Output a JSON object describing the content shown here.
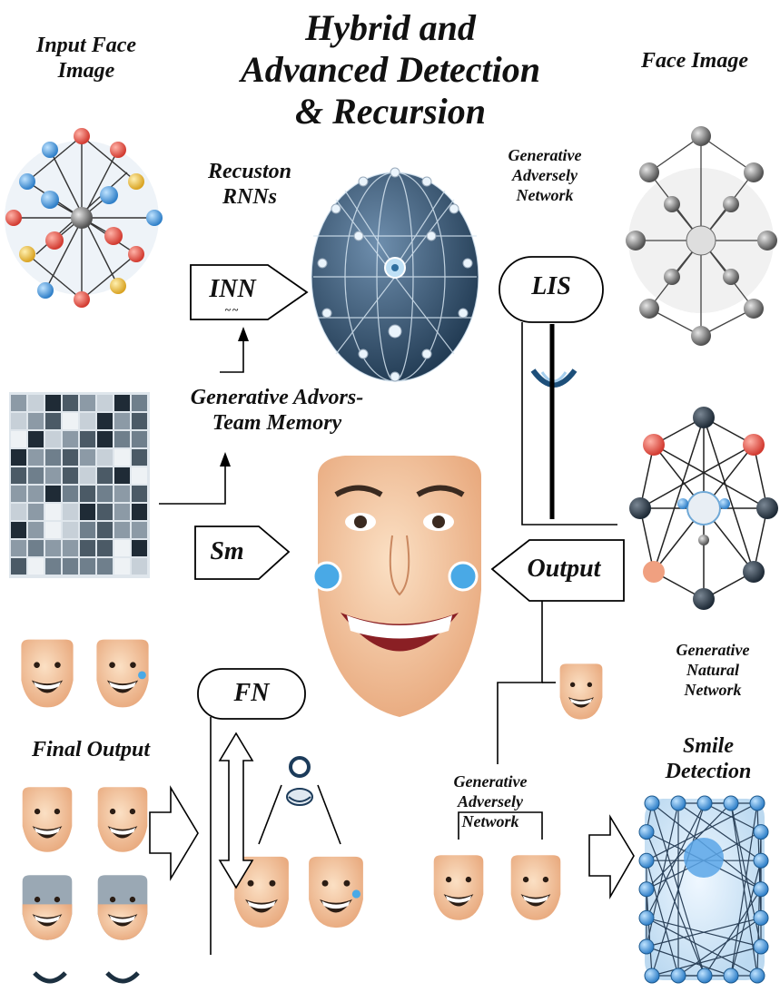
{
  "title": [
    "Hybrid and",
    "Advanced Detection",
    "& Recursion"
  ],
  "labels": {
    "input_face_image": [
      "Input Face",
      "Image"
    ],
    "face_image": "Face Image",
    "recuston_rnns": [
      "Recuston",
      "RNNs"
    ],
    "gan_top": [
      "Generative",
      "Adversely",
      "Network"
    ],
    "memory": [
      "Generative Advors-",
      "Team Memory"
    ],
    "final_output": "Final Output",
    "gnn_right": [
      "Generative",
      "Natural",
      "Network"
    ],
    "smile_detection": [
      "Smile",
      "Detection"
    ],
    "gan_bottom": [
      "Generative",
      "Adversely",
      "Network"
    ]
  },
  "boxes": {
    "inn": "INN",
    "inn_sub": "~~",
    "lis": "LIS",
    "sm": "Sm",
    "output": "Output",
    "fn": "FN"
  },
  "colors": {
    "node_red": "#e0443a",
    "node_blue": "#3d8fd6",
    "node_yellow": "#e8b830",
    "globe_dark": "#2c4a66",
    "node_gray": "#5c5c5c",
    "skin": "#f2c9a0",
    "line": "#000000"
  }
}
